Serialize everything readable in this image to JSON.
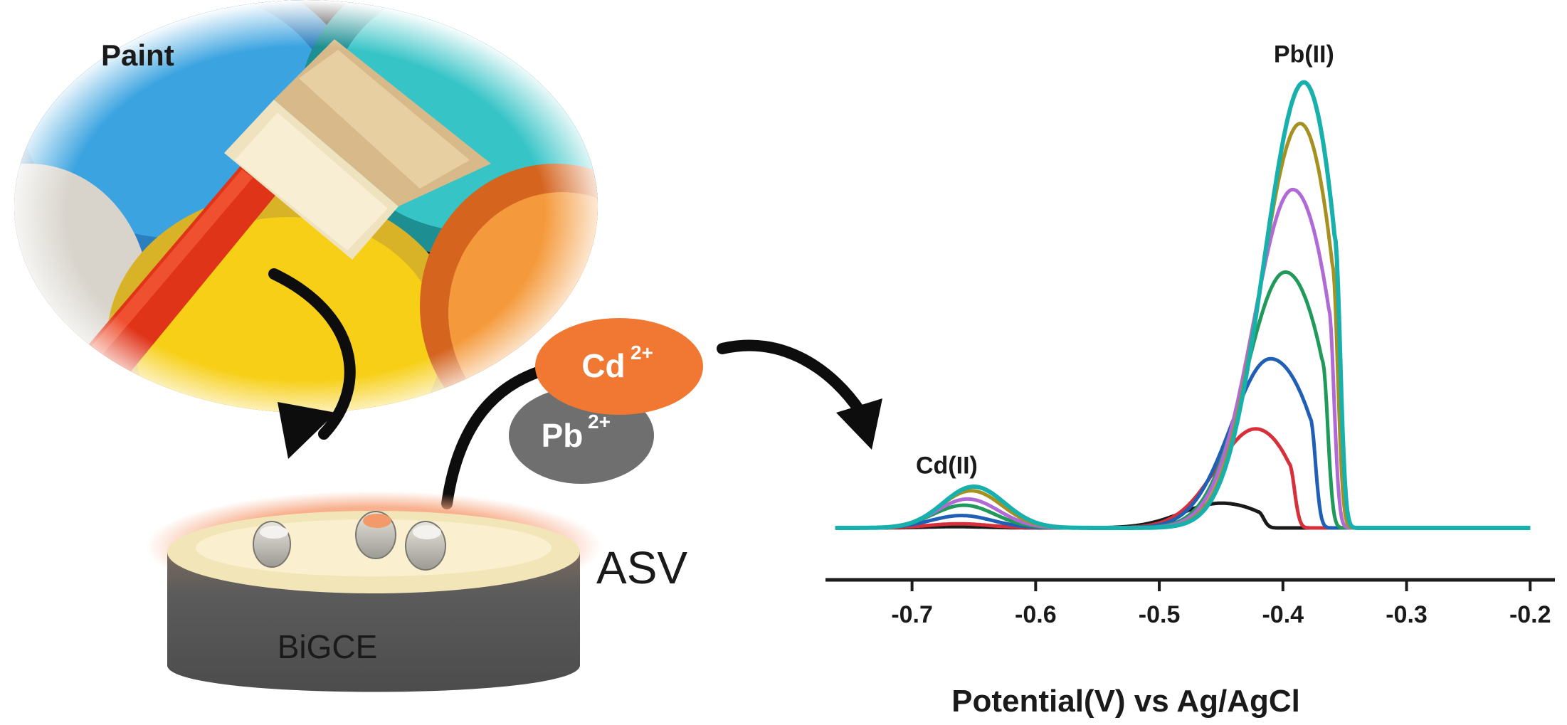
{
  "labels": {
    "paint": "Paint",
    "cd_ion": "Cd",
    "cd_charge": "2+",
    "pb_ion": "Pb",
    "pb_charge": "2+",
    "technique": "ASV",
    "electrode": "BiGCE"
  },
  "colors": {
    "cd_ellipse": "#f07833",
    "pb_ellipse": "#6f6f6f",
    "arrow": "#0d0d0d",
    "electrode_top": "#f2e6b8",
    "electrode_body": "#5a5a5a",
    "electrode_glow": "#f7a27a"
  },
  "chart_data": {
    "type": "line",
    "title": "",
    "xlabel": "Potential(V) vs Ag/AgCl",
    "ylabel": "",
    "xlim": [
      -0.77,
      -0.18
    ],
    "x_ticks": [
      -0.7,
      -0.6,
      -0.5,
      -0.4,
      -0.3,
      -0.2
    ],
    "x_tick_labels": [
      "-0.7",
      "-0.6",
      "-0.5",
      "-0.4",
      "-0.3",
      "-0.2"
    ],
    "y_axis_shown": false,
    "peak_labels": [
      {
        "text": "Cd(II)",
        "x": -0.665
      },
      {
        "text": "Pb(II)",
        "x": -0.383
      }
    ],
    "series": [
      {
        "color": "#1a1a1a",
        "cd_peak": {
          "x": -0.665,
          "height": 0.003
        },
        "pb_peak": {
          "x": -0.45,
          "height": 0.06
        },
        "pb_cutoff": -0.42
      },
      {
        "color": "#d8303a",
        "cd_peak": {
          "x": -0.662,
          "height": 0.01
        },
        "pb_peak": {
          "x": -0.422,
          "height": 0.24
        },
        "pb_cutoff": -0.395
      },
      {
        "color": "#1f5fb5",
        "cd_peak": {
          "x": -0.66,
          "height": 0.03
        },
        "pb_peak": {
          "x": -0.41,
          "height": 0.41
        },
        "pb_cutoff": -0.378
      },
      {
        "color": "#1f9a5a",
        "cd_peak": {
          "x": -0.658,
          "height": 0.055
        },
        "pb_peak": {
          "x": -0.398,
          "height": 0.62
        },
        "pb_cutoff": -0.368
      },
      {
        "color": "#b06ad6",
        "cd_peak": {
          "x": -0.655,
          "height": 0.07
        },
        "pb_peak": {
          "x": -0.392,
          "height": 0.82
        },
        "pb_cutoff": -0.363
      },
      {
        "color": "#a59020",
        "cd_peak": {
          "x": -0.652,
          "height": 0.09
        },
        "pb_peak": {
          "x": -0.386,
          "height": 0.98
        },
        "pb_cutoff": -0.36
      },
      {
        "color": "#17b0ad",
        "cd_peak": {
          "x": -0.65,
          "height": 0.1
        },
        "pb_peak": {
          "x": -0.383,
          "height": 1.08
        },
        "pb_cutoff": -0.358
      }
    ]
  }
}
